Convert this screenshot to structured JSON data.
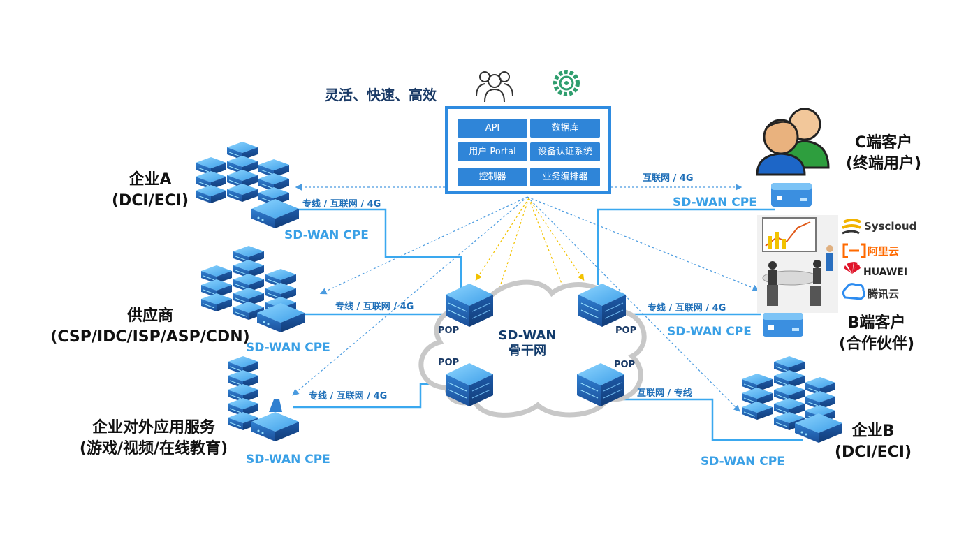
{
  "slogan": "灵活、快速、高效",
  "panel": {
    "buttons": [
      "API",
      "数据库",
      "用户 Portal",
      "设备认证系统",
      "控制器",
      "业务编排器"
    ]
  },
  "cloud": {
    "line1": "SD-WAN",
    "line2": "骨干网"
  },
  "pop_label": "POP",
  "nodes": {
    "enterprise_a": {
      "line1": "企业A",
      "line2": "(DCI/ECI)",
      "cpe": "SD-WAN CPE",
      "link": "专线 / 互联网 / 4G"
    },
    "supplier": {
      "line1": "供应商",
      "line2": "(CSP/IDC/ISP/ASP/CDN)",
      "cpe": "SD-WAN CPE",
      "link": "专线 / 互联网 / 4G"
    },
    "external_service": {
      "line1": "企业对外应用服务",
      "line2": "(游戏/视频/在线教育)",
      "cpe": "SD-WAN CPE",
      "link": "专线 / 互联网 / 4G"
    },
    "c_customer": {
      "line1": "C端客户",
      "line2": "(终端用户)",
      "cpe": "SD-WAN CPE",
      "link": "互联网 / 4G"
    },
    "b_customer": {
      "line1": "B端客户",
      "line2": "(合作伙伴)",
      "cpe": "SD-WAN CPE",
      "link": "专线 / 互联网 / 4G"
    },
    "enterprise_b": {
      "line1": "企业B",
      "line2": "(DCI/ECI)",
      "cpe": "SD-WAN CPE",
      "link": "互联网 / 专线"
    }
  },
  "brands": [
    "Syscloud",
    "阿里云",
    "HUAWEI",
    "腾讯云"
  ],
  "colors": {
    "line": "#3aa8ef",
    "dashed": "#4a9be0",
    "yellow_dashed": "#f2c200",
    "server_top": "#5fb8f0",
    "server_side": "#1f5fa8",
    "panel_border": "#2e8be0",
    "button": "#2f85d8"
  },
  "icons": [
    "people-icon",
    "gear-icon",
    "server-stack-icon",
    "cpe-box-icon",
    "cloud-icon",
    "users-icon",
    "meeting-icon"
  ]
}
